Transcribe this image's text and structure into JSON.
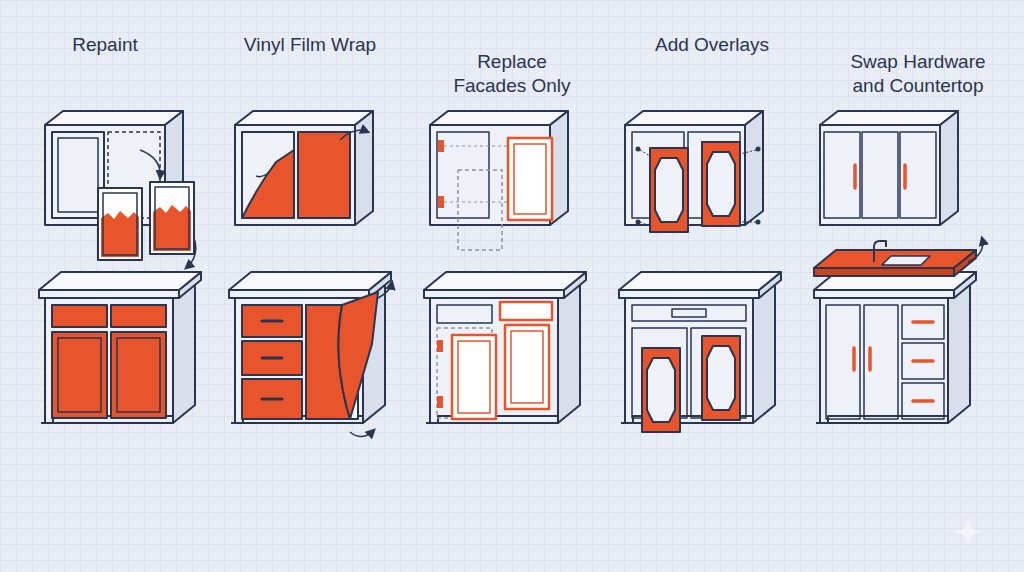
{
  "diagram": {
    "labels": [
      "Repaint",
      "Vinyl Film Wrap",
      "Replace Facades Only",
      "Add Overlays",
      "Swap Hardware and Countertop"
    ]
  }
}
